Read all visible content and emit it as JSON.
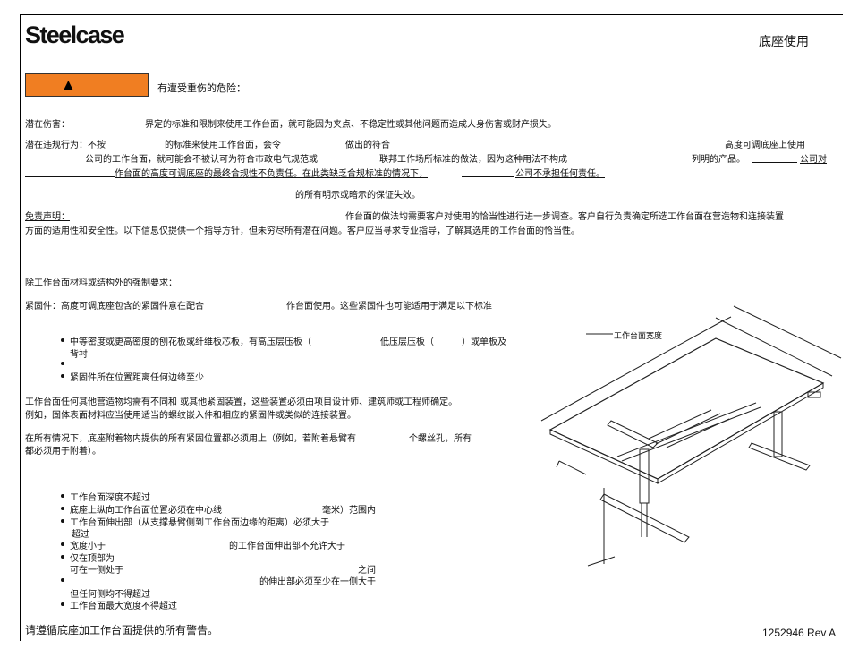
{
  "header": {
    "logo": "Steelcase",
    "title": "底座使用"
  },
  "warning": {
    "icon": "warning-triangle-icon",
    "bar_color": "#f07e22",
    "text": "有遭受重伤的危险："
  },
  "hazard": {
    "label": "潜在伤害：",
    "text": "界定的标准和限制来使用工作台面，就可能因为夹点、不稳定性或其他问题而造成人身伤害或财产损失。"
  },
  "violation": {
    "label": "潜在违规行为：不按",
    "t1": "的标准来使用工作台面，会令",
    "t2": "做出的符合",
    "t3": "高度可调底座上使用",
    "l2a": "公司的工作台面，就可能会不被认可为符合市政电气规范或",
    "l2b": "联邦工作场所标准的做法，因为这种用法不构成",
    "l2c": "列明的产品。",
    "l2d": "公司对",
    "l3": "作台面的高度可调底座的最终合规性不负责任。在此类缺乏合规标准的情况下，",
    "l3b": "公司不承担任何责任。",
    "l4": "的所有明示或暗示的保证失效。"
  },
  "disclaimer": {
    "label": "免责声明：",
    "l1": "作台面的做法均需要客户对使用的恰当性进行进一步调查。客户自行负责确定所选工作台面在营造物和连接装置",
    "l2": "方面的适用性和安全性。以下信息仅提供一个指导方针，但未穷尽所有潜在问题。客户应当寻求专业指导，了解其选用的工作台面的恰当性。"
  },
  "requirements": {
    "heading": "除工作台面材料或结构外的强制要求：",
    "fastener_a": "紧固件：高度可调底座包含的紧固件意在配合",
    "fastener_b": "作台面使用。这些紧固件也可能适用于满足以下标准",
    "b1a": "中等密度或更高密度的刨花板或纤维板芯板，有高压层压板（",
    "b1b": "低压层压板（",
    "b1c": "）或单板及",
    "b1d": "背衬",
    "b3": "紧固件所在位置距离任何边缘至少",
    "other_1": "工作台面任何其他营造物均需有不同和 或其他紧固装置，这些装置必须由项目设计师、建筑师或工程师确定。",
    "other_2": "例如，固体表面材料应当使用适当的螺纹嵌入件和相应的紧固件或类似的连接装置。",
    "all_1a": "在所有情况下，底座附着物内提供的所有紧固位置都必须用上（例如，若附着悬臂有",
    "all_1b": "个螺丝孔，所有",
    "all_2": "都必须用于附着）。"
  },
  "dimensions": {
    "d1": "工作台面深度不超过",
    "d2a": "底座上纵向工作台面位置必须在中心线",
    "d2b": "毫米）范围内",
    "d3": "工作台面伸出部（从支撑悬臂侧到工作台面边缘的距离）必须大于",
    "d3b": "超过",
    "d4a": "宽度小于",
    "d4b": "的工作台面伸出部不允许大于",
    "d5": "仅在顶部为",
    "d5b": "可在一侧处于",
    "d5c": "之间",
    "d6": "的伸出部必须至少在一侧大于",
    "d6b": "但任何侧均不得超过",
    "d7": "工作台面最大宽度不得超过"
  },
  "diagram": {
    "width_label": "工作台面宽度"
  },
  "footer": {
    "note": "请遵循底座加工作台面提供的所有警告。",
    "doc_number": "1252946 Rev A"
  }
}
